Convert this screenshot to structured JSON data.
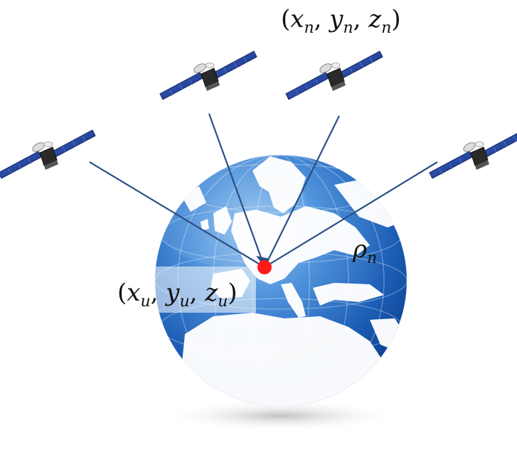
{
  "labels": {
    "sat_coords": {
      "x": "x",
      "x_sub": "n",
      "y": "y",
      "y_sub": "n",
      "z": "z",
      "z_sub": "n"
    },
    "user_coords": {
      "x": "x",
      "x_sub": "u",
      "y": "y",
      "y_sub": "u",
      "z": "z",
      "z_sub": "u"
    },
    "range": {
      "symbol": "ρ",
      "sub": "n"
    }
  },
  "colors": {
    "ocean_light": "#4f93dc",
    "ocean_dark": "#0d3f8f",
    "land": "#ffffff",
    "signal_line": "#2c4f86",
    "user_point": "#ff1a1a",
    "satellite_panel": "#1f3f9a",
    "satellite_body": "#2a2a2a"
  },
  "icons": {
    "satellite": "satellite-icon",
    "globe": "globe-icon",
    "user_point": "receiver-dot-icon"
  }
}
